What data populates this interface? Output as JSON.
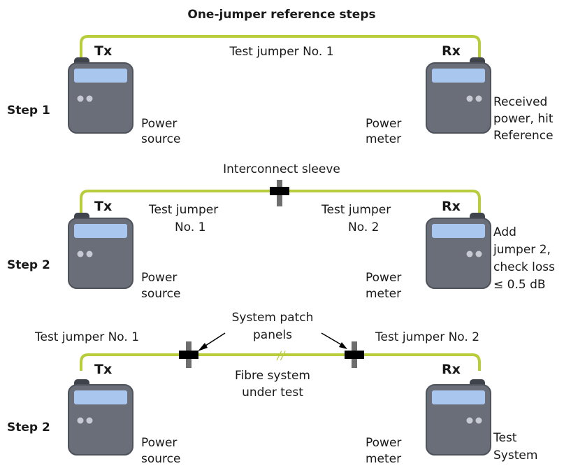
{
  "title": "One-jumper reference steps",
  "colors": {
    "fibre": "#b9cc3b",
    "device_body": "#6a6e78",
    "device_dark": "#4e525b",
    "screen": "#a9c6ee",
    "button": "#c7cad2",
    "sleeve_post": "#6e6e6e",
    "sleeve_block": "#000000"
  },
  "icons": {
    "device": "meter-device-icon",
    "sleeve": "interconnect-sleeve-icon",
    "arrow": "arrow-icon"
  },
  "steps": [
    {
      "step_label": "Step 1",
      "tx": "Tx",
      "rx": "Rx",
      "left_device": [
        "Power",
        "source"
      ],
      "right_device": [
        "Power",
        "meter"
      ],
      "note": [
        "Received",
        "power, hit",
        "Reference"
      ],
      "jumper_label": "Test jumper No. 1"
    },
    {
      "step_label": "Step 2",
      "tx": "Tx",
      "rx": "Rx",
      "left_device": [
        "Power",
        "source"
      ],
      "right_device": [
        "Power",
        "meter"
      ],
      "note": [
        "Add",
        "jumper 2,",
        "check loss",
        "≤ 0.5 dB"
      ],
      "sleeve_label": "Interconnect sleeve",
      "jumper1": [
        "Test jumper",
        "No. 1"
      ],
      "jumper2": [
        "Test jumper",
        "No. 2"
      ]
    },
    {
      "step_label": "Step 2",
      "tx": "Tx",
      "rx": "Rx",
      "left_device": [
        "Power",
        "source"
      ],
      "right_device": [
        "Power",
        "meter"
      ],
      "note": [
        "Test",
        "System"
      ],
      "panels_label": [
        "System patch",
        "panels"
      ],
      "jumper1": "Test jumper No. 1",
      "jumper2": "Test jumper No. 2",
      "fibre_system": [
        "Fibre system",
        "under test"
      ],
      "break_mark": "//"
    }
  ]
}
